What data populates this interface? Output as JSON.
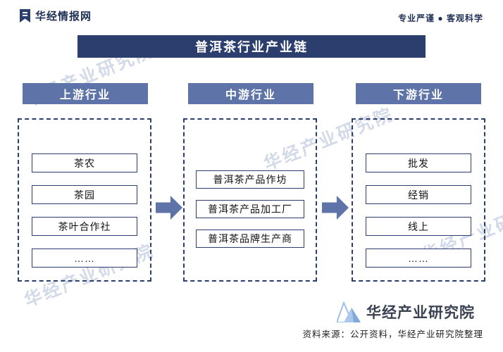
{
  "header": {
    "brand": "华经情报网",
    "tagline": "专业严谨 ● 客观科学"
  },
  "title": "普洱茶行业产业链",
  "columns": [
    {
      "header": "上游行业",
      "items": [
        "茶农",
        "茶园",
        "茶叶合作社",
        "……"
      ]
    },
    {
      "header": "中游行业",
      "items": [
        "普洱茶产品作坊",
        "普洱茶产品加工厂",
        "普洱茶品牌生产商"
      ]
    },
    {
      "header": "下游行业",
      "items": [
        "批发",
        "经销",
        "线上",
        "……"
      ]
    }
  ],
  "footer": {
    "logo_text": "华经产业研究院",
    "source": "资料来源：公开资料，华经产业研究院整理"
  },
  "watermark": {
    "text": "华经产业研究院"
  },
  "colors": {
    "banner": "#2b3e6e",
    "column_header": "#5e74a8",
    "arrow": "#5e74a8",
    "item_border": "#2b3e6e",
    "watermark": "#94a4c8"
  }
}
